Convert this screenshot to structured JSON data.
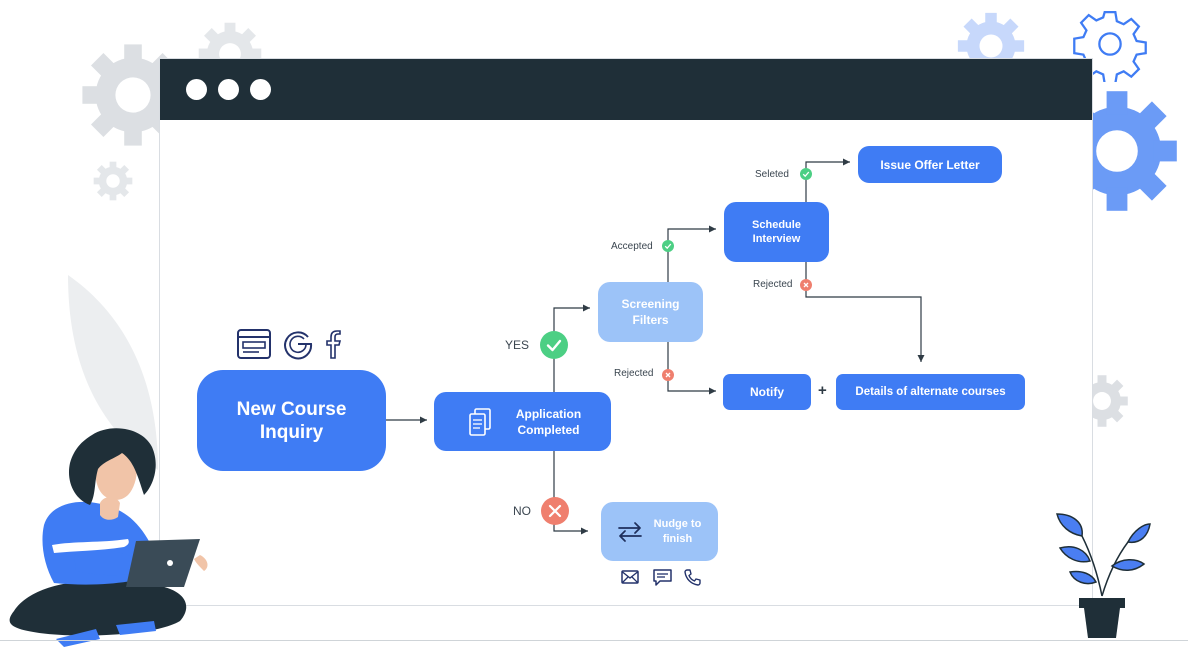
{
  "colors": {
    "primary": "#3f7cf4",
    "light": "#9cc3f8",
    "success": "#4ccf84",
    "reject": "#ef7f6e",
    "titlebar": "#1f2f38"
  },
  "icons": {
    "sources": [
      "form-icon",
      "google-icon",
      "facebook-icon"
    ],
    "contact": [
      "mail-icon",
      "chat-icon",
      "phone-icon"
    ]
  },
  "nodes": {
    "new_course_inquiry": "New Course Inquiry",
    "application_completed": "Application Completed",
    "screening_filters": "Screening Filters",
    "schedule_interview": "Schedule Interview",
    "issue_offer_letter": "Issue Offer Letter",
    "notify": "Notify",
    "details_alternate": "Details of alternate courses",
    "nudge_to_finish": "Nudge to finish"
  },
  "labels": {
    "yes": "YES",
    "no": "NO",
    "accepted": "Accepted",
    "selected": "Seleted",
    "rejected_interview": "Rejected",
    "rejected_screening": "Rejected",
    "plus": "+"
  }
}
